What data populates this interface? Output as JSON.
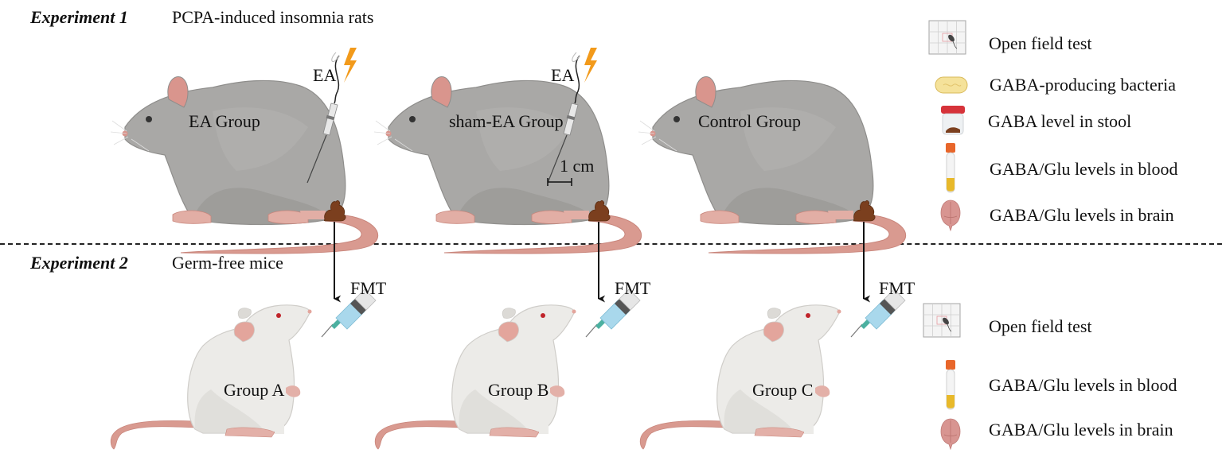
{
  "experiment1": {
    "title": "Experiment 1",
    "subtitle": "PCPA-induced insomnia rats",
    "groups": [
      {
        "label": "EA Group",
        "has_ea": true,
        "ea_label": "EA"
      },
      {
        "label": "sham-EA Group",
        "has_ea": true,
        "ea_label": "EA",
        "scale_label": "1 cm"
      },
      {
        "label": "Control Group",
        "has_ea": false
      }
    ],
    "legend": [
      {
        "icon": "open-field-icon",
        "text": "Open field test"
      },
      {
        "icon": "bacteria-icon",
        "text": "GABA-producing bacteria"
      },
      {
        "icon": "stool-jar-icon",
        "text": "GABA level in stool"
      },
      {
        "icon": "blood-tube-icon",
        "text": "GABA/Glu levels in blood"
      },
      {
        "icon": "brain-icon",
        "text": "GABA/Glu levels in brain"
      }
    ]
  },
  "experiment2": {
    "title": "Experiment 2",
    "subtitle": "Germ-free mice",
    "transfer_label": "FMT",
    "groups": [
      {
        "label": "Group A"
      },
      {
        "label": "Group B"
      },
      {
        "label": "Group C"
      }
    ],
    "legend": [
      {
        "icon": "open-field-icon",
        "text": "Open field test"
      },
      {
        "icon": "blood-tube-icon",
        "text": "GABA/Glu levels in blood"
      },
      {
        "icon": "brain-icon",
        "text": "GABA/Glu levels in brain"
      }
    ]
  },
  "colors": {
    "rat_fur": "#a9a8a6",
    "rat_fur_shade": "#979693",
    "mouse_fur": "#ecebe8",
    "tail_pink": "#d99a90",
    "ear_pink": "#d9958d",
    "stool_brown": "#7b3f1e",
    "lightning_orange": "#f29a1b",
    "syringe_blue": "#a9d8ec",
    "tube_cap_orange": "#e8662a",
    "tube_blood_yellow": "#e8b92a",
    "jar_cap_red": "#d6333a",
    "bacteria_yellow": "#f5e29a",
    "brain_pink": "#d89591"
  }
}
